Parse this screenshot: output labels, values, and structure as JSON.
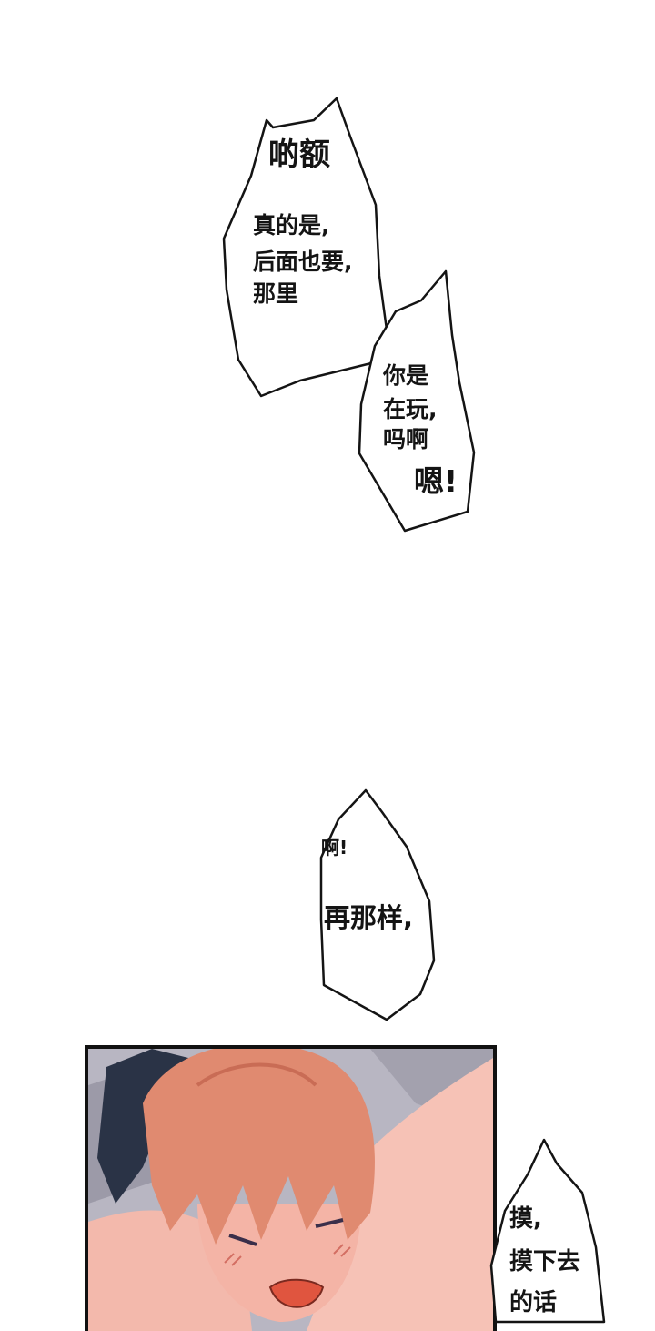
{
  "bubble1": {
    "line1": "啲额",
    "line2": "真的是,",
    "line3": "后面也要,",
    "line4": "那里"
  },
  "bubble2": {
    "line1": "你是",
    "line2": "在玩,",
    "line3": "吗啊",
    "line4": "嗯!"
  },
  "bubble3": {
    "line1": "啊!",
    "line2": "再那样,"
  },
  "bubble4": {
    "line1": "摸,",
    "line2": "摸下去",
    "line3": "的话"
  },
  "colors": {
    "ink": "#141414",
    "hair": "#e08a70",
    "skin": "#f6c2b6",
    "sheet": "#a9a7b5",
    "dark_hair": "#2a3346"
  }
}
